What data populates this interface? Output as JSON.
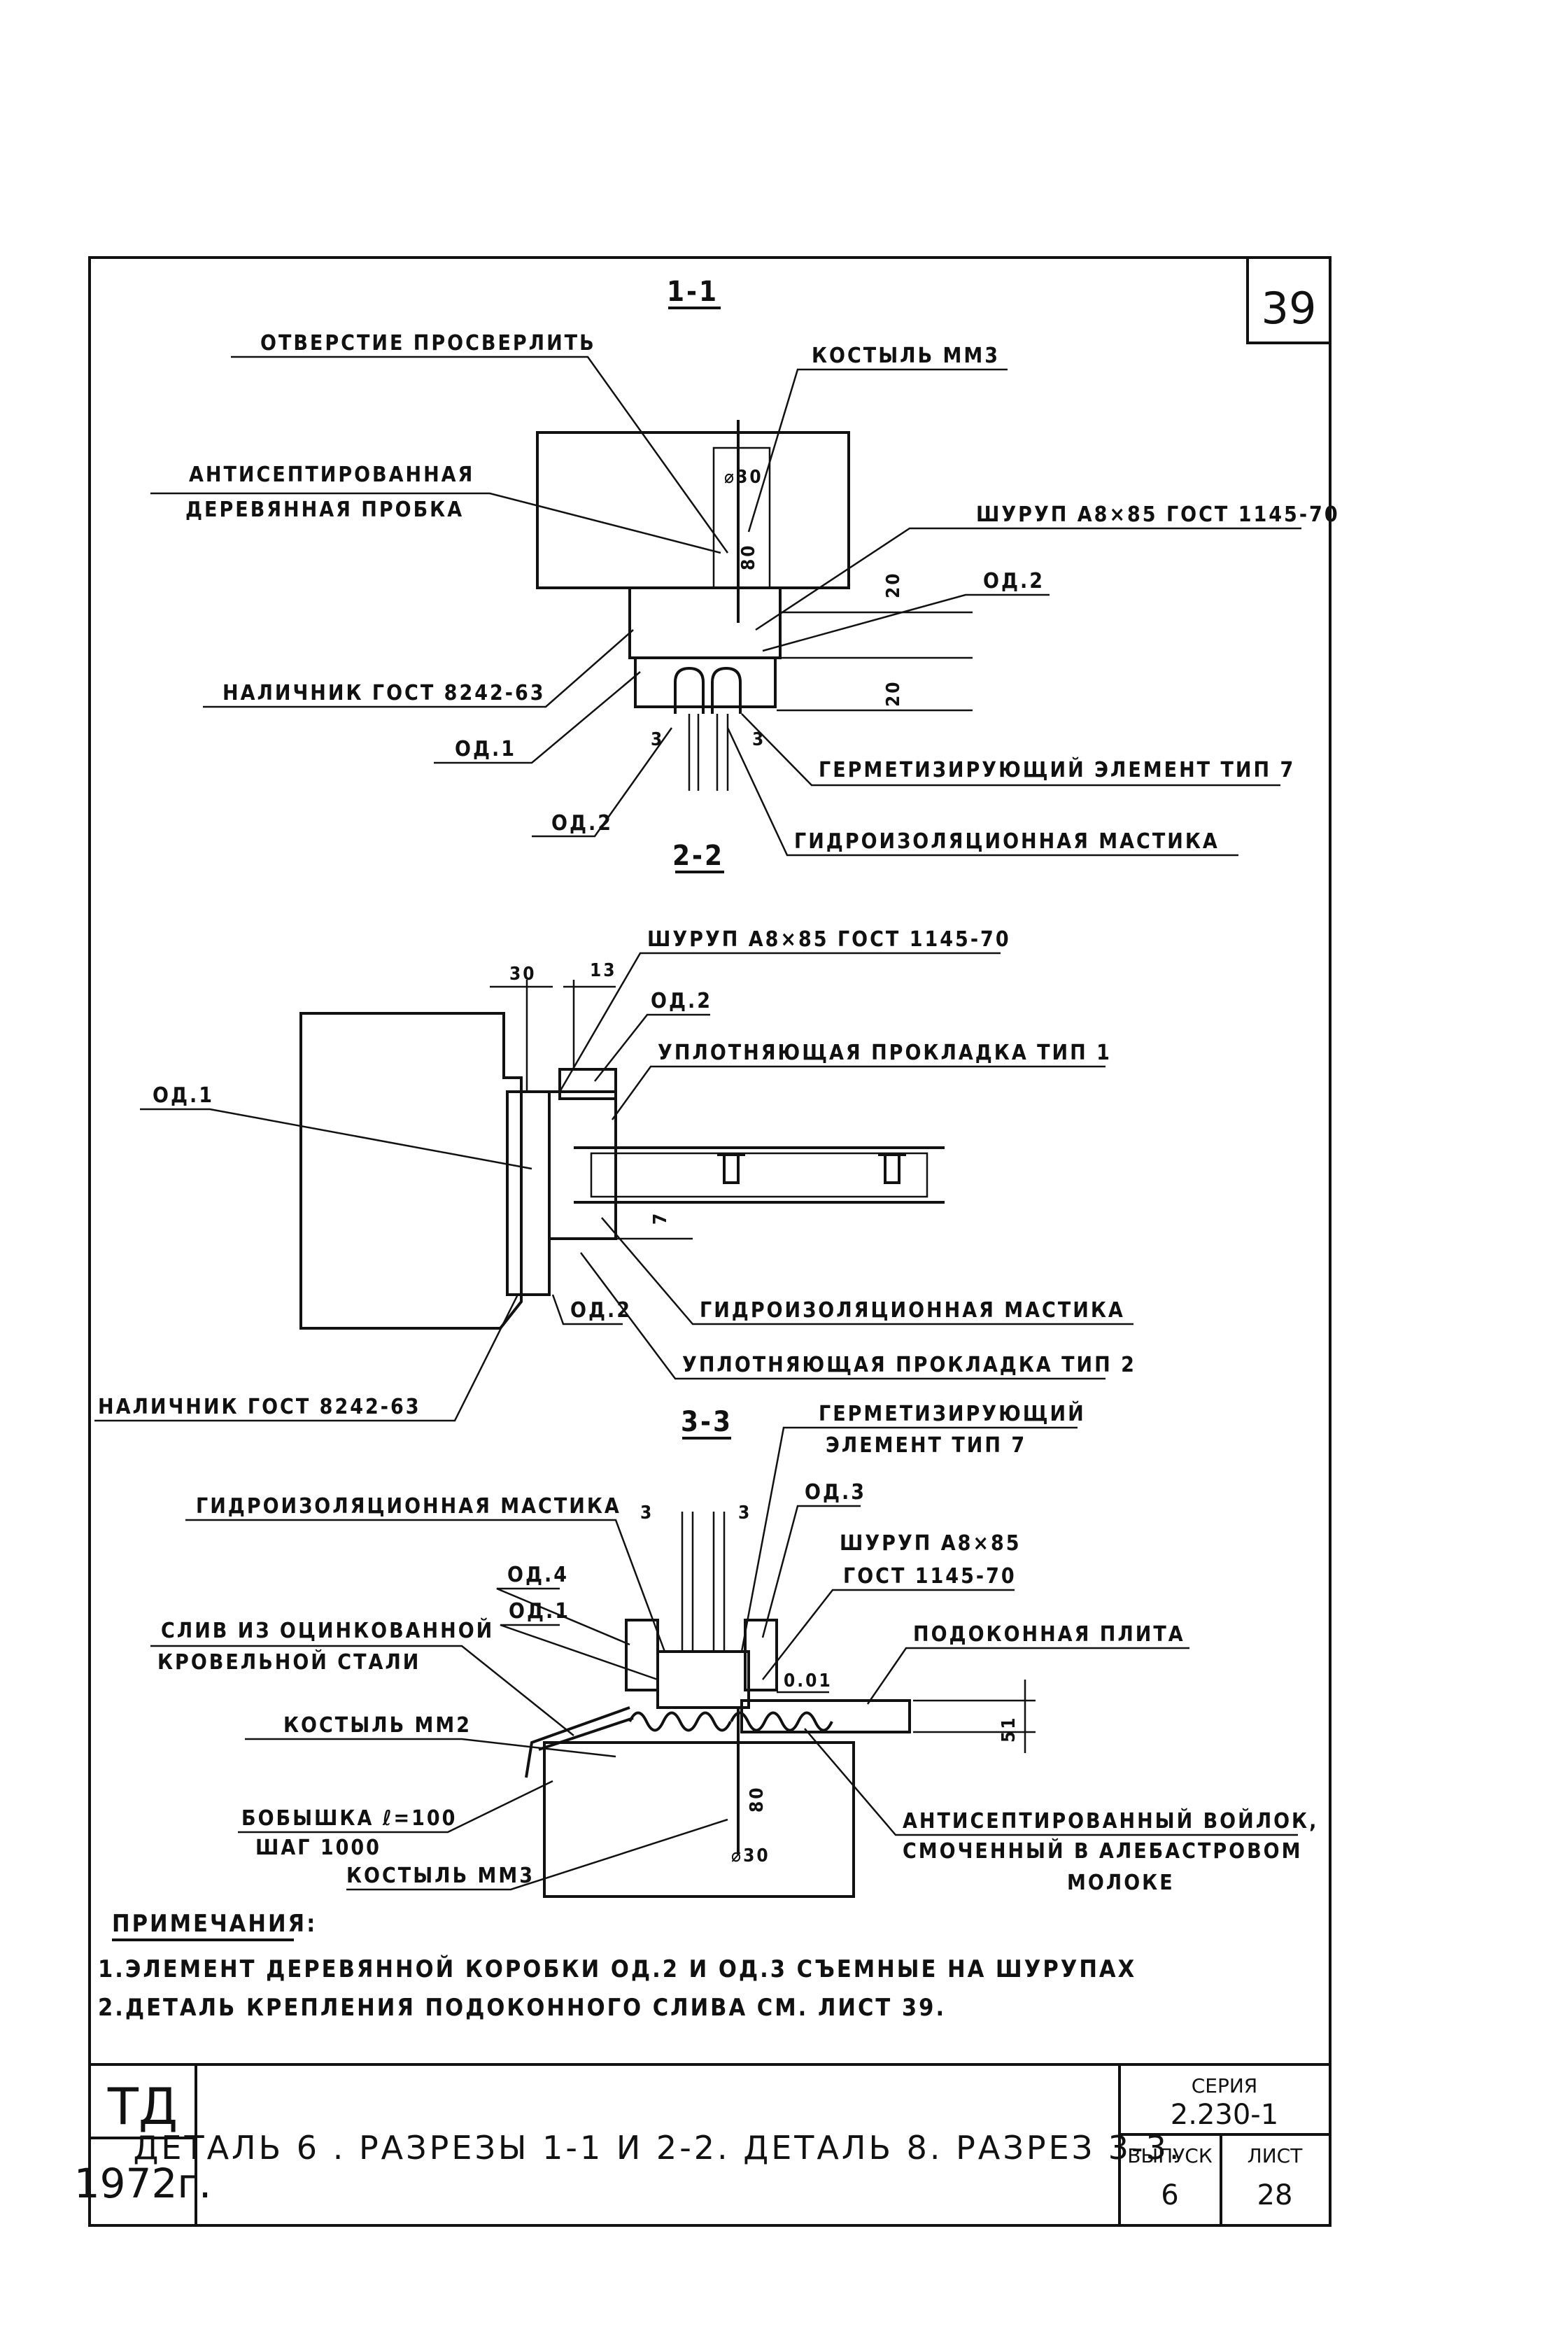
{
  "sheet": {
    "page_number": "39",
    "notes_title": "ПРИМЕЧАНИЯ:",
    "notes": [
      "1.ЭЛЕМЕНТ ДЕРЕВЯННОЙ КОРОБКИ ОД.2 И ОД.3 СЪЕМНЫЕ НА ШУРУПАХ",
      "2.ДЕТАЛЬ КРЕПЛЕНИЯ ПОДОКОННОГО СЛИВА СМ. ЛИСТ 39."
    ]
  },
  "title_block": {
    "org": "ТД",
    "year": "1972г.",
    "title": "ДЕТАЛЬ 6 . РАЗРЕЗЫ 1-1 И 2-2. ДЕТАЛЬ 8. РАЗРЕЗ 3-3.",
    "series_label": "СЕРИЯ",
    "series": "2.230-1",
    "issue_label": "ВЫПУСК",
    "issue": "6",
    "sheet_label": "ЛИСТ",
    "sheet": "28"
  },
  "section_1": {
    "title": "1-1",
    "labels": {
      "hole": "ОТВЕРСТИЕ ПРОСВЕРЛИТЬ",
      "crutch": "КОСТЫЛЬ ММ3",
      "plug_1": "АНТИСЕПТИРОВАННАЯ",
      "plug_2": "ДЕРЕВЯННАЯ ПРОБКА",
      "screw": "ШУРУП А8×85 ГОСТ 1145-70",
      "od2_right": "ОД.2",
      "casing": "НАЛИЧНИК ГОСТ 8242-63",
      "od1": "ОД.1",
      "od2_left": "ОД.2",
      "seal": "ГЕРМЕТИЗИРУЮЩИЙ ЭЛЕМЕНТ ТИП 7",
      "mastic": "ГИДРОИЗОЛЯЦИОННАЯ МАСТИКА",
      "dim_d30": "⌀30",
      "dim_80": "80",
      "dim_20a": "20",
      "dim_20b": "20",
      "dim_3a": "3",
      "dim_3b": "3"
    }
  },
  "section_2": {
    "title": "2-2",
    "labels": {
      "screw": "ШУРУП А8×85 ГОСТ 1145-70",
      "od2_top": "ОД.2",
      "gasket1": "УПЛОТНЯЮЩАЯ ПРОКЛАДКА ТИП 1",
      "od1": "ОД.1",
      "mastic": "ГИДРОИЗОЛЯЦИОННАЯ МАСТИКА",
      "od2_bottom": "ОД.2",
      "gasket2": "УПЛОТНЯЮЩАЯ ПРОКЛАДКА ТИП 2",
      "casing": "НАЛИЧНИК ГОСТ 8242-63",
      "dim_30": "30",
      "dim_13": "13",
      "dim_7": "7"
    }
  },
  "section_3": {
    "title": "3-3",
    "labels": {
      "seal_1": "ГЕРМЕТИЗИРУЮЩИЙ",
      "seal_2": "ЭЛЕМЕНТ ТИП 7",
      "mastic": "ГИДРОИЗОЛЯЦИОННАЯ МАСТИКА",
      "od3": "ОД.3",
      "screw_1": "ШУРУП А8×85",
      "screw_2": "ГОСТ 1145-70",
      "od4": "ОД.4",
      "od1": "ОД.1",
      "drip_1": "СЛИВ ИЗ ОЦИНКОВАННОЙ",
      "drip_2": "КРОВЕЛЬНОЙ СТАЛИ",
      "sill": "ПОДОКОННАЯ ПЛИТА",
      "dim_001": "0.01",
      "crutch_mm2": "КОСТЫЛЬ ММ2",
      "boss_1": "БОБЫШКА ℓ=100",
      "boss_2": "ШАГ 1000",
      "crutch_mm3": "КОСТЫЛЬ ММ3",
      "felt_1": "АНТИСЕПТИРОВАННЫЙ ВОЙЛОК,",
      "felt_2": "СМОЧЕННЫЙ В АЛЕБАСТРОВОМ",
      "felt_3": "МОЛОКЕ",
      "dim_51": "51",
      "dim_80": "80",
      "dim_d30": "⌀30",
      "dim_3a": "3",
      "dim_3b": "3"
    }
  }
}
